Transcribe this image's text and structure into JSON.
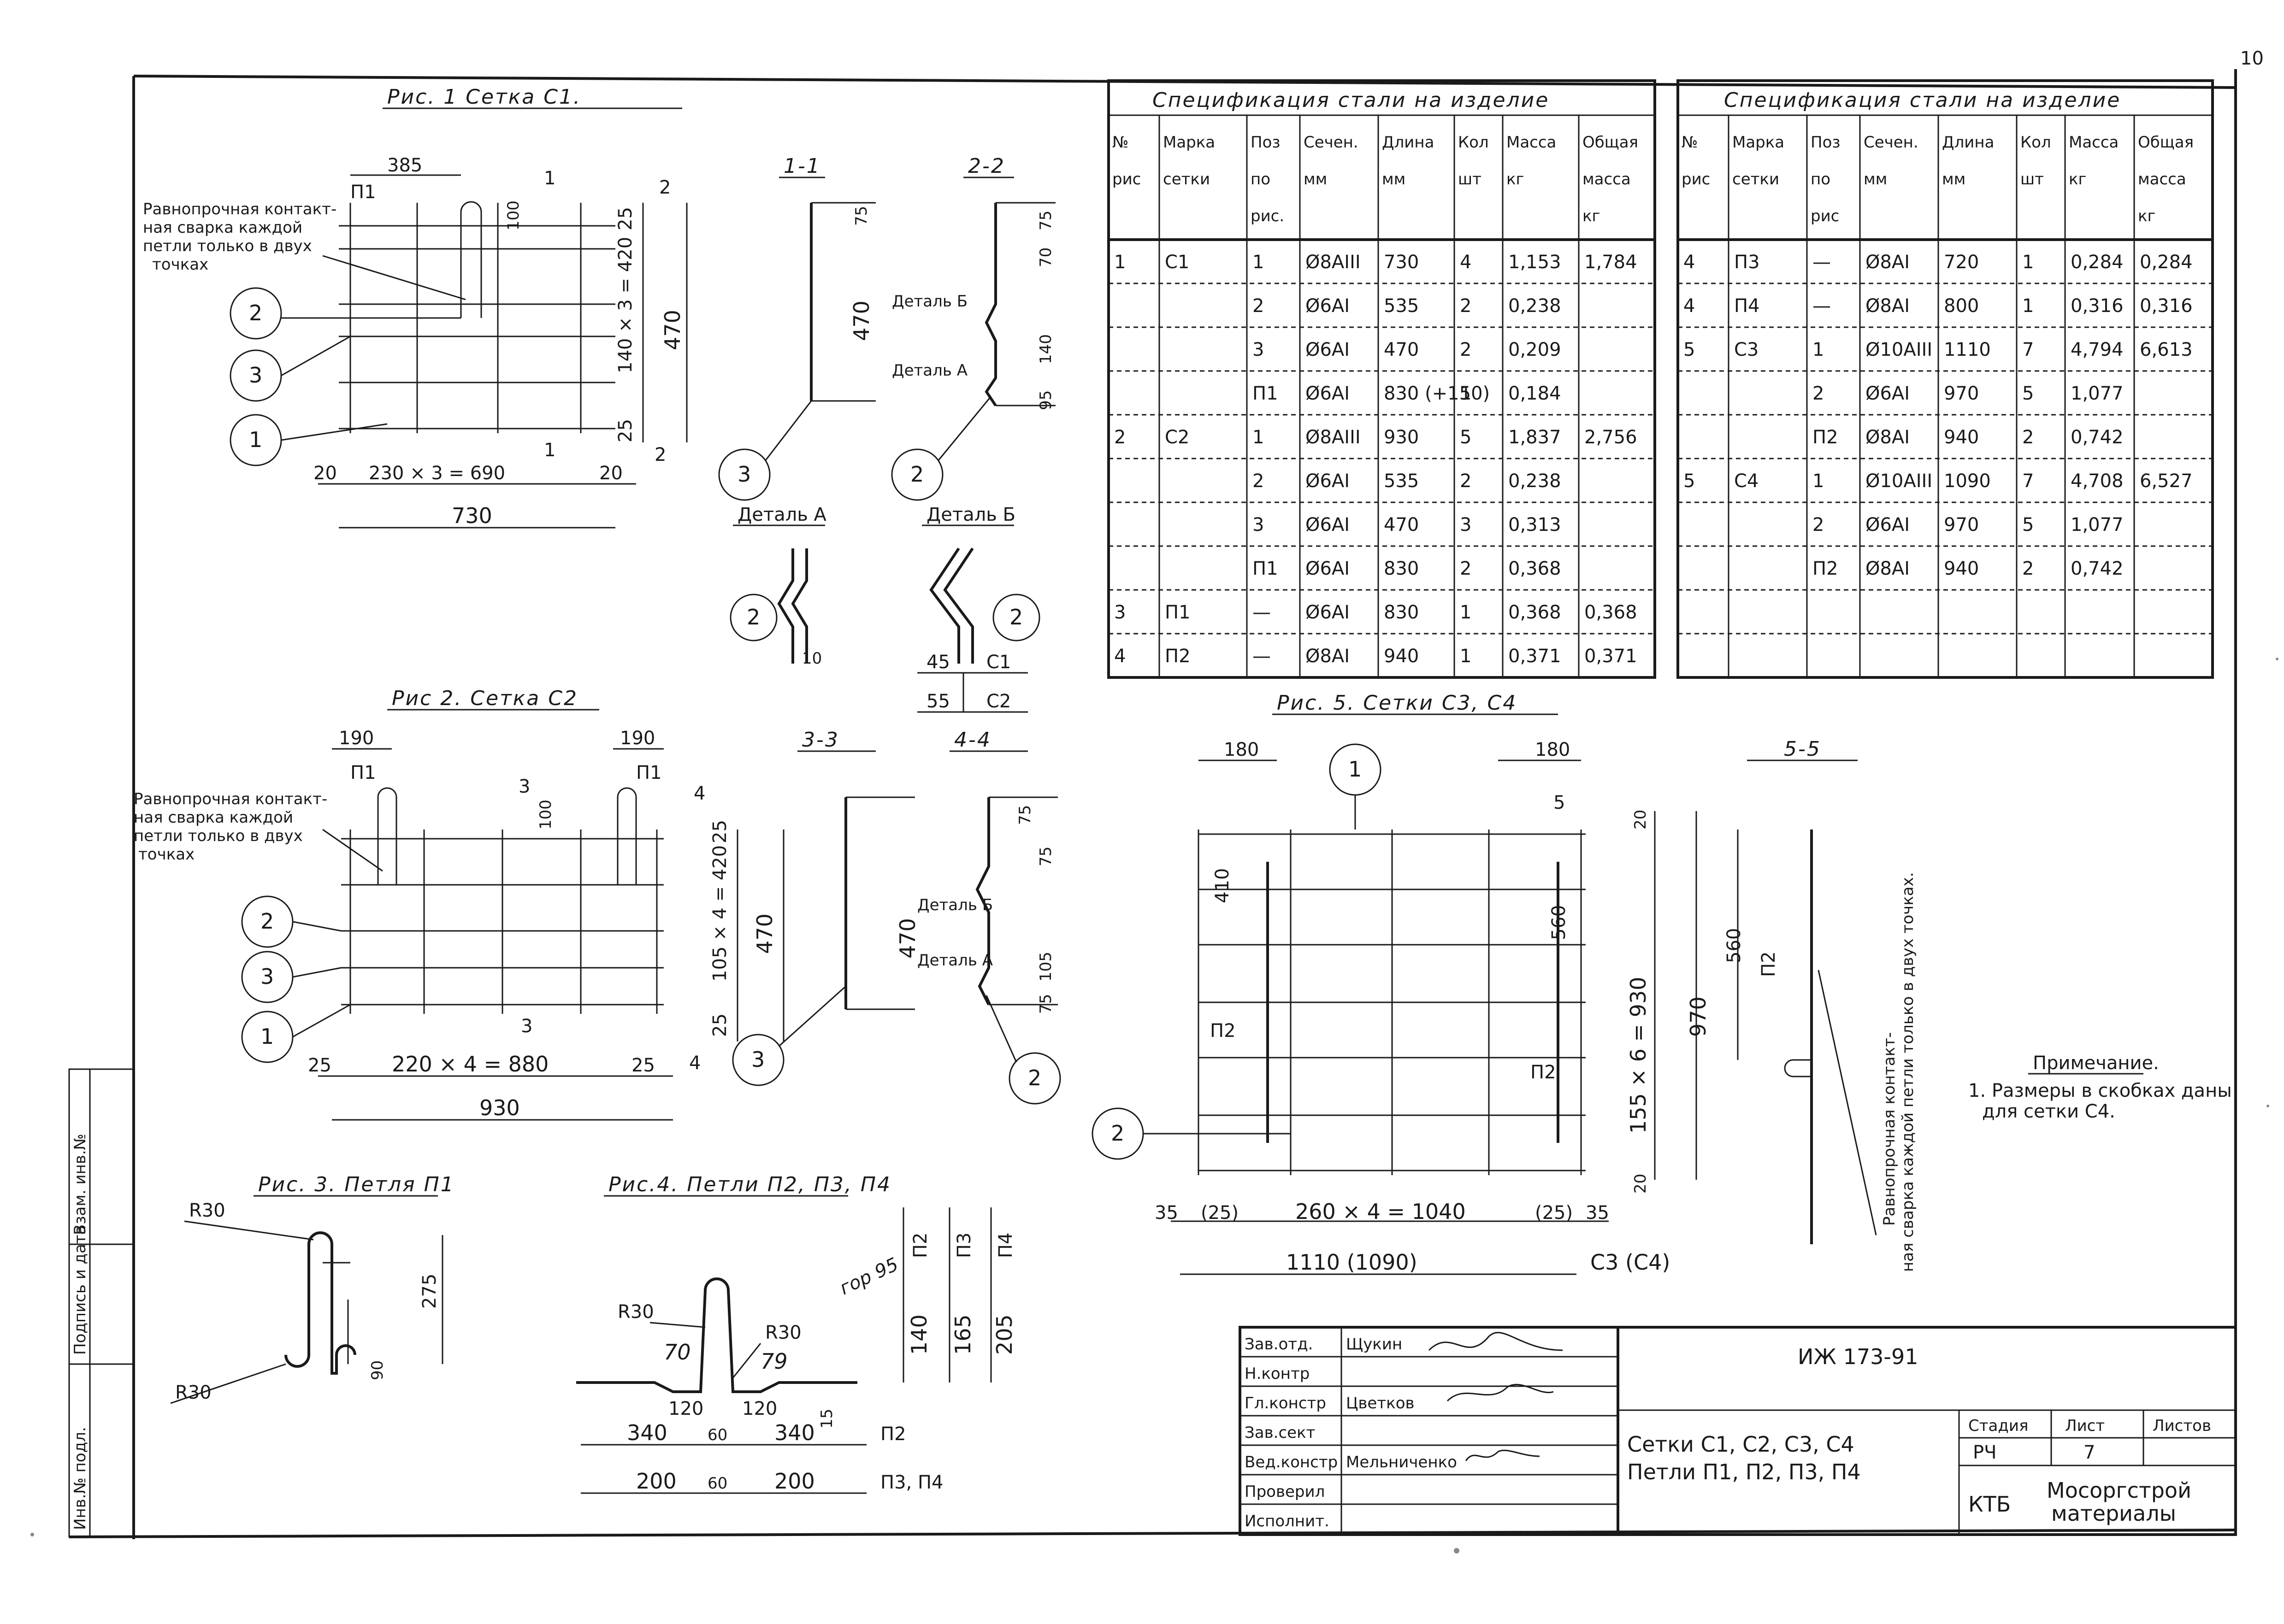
{
  "sheet_number_top": "10",
  "side_stamp": {
    "col1": "Инв.№ подл.",
    "col2": "Подпись и дата",
    "col3": "Взам. инв.№"
  },
  "fig1": {
    "title": "Рис. 1  Сетка С1.",
    "note": [
      "Равнопрочная контакт-",
      "ная сварка каждой",
      "петли только в двух",
      "точках"
    ],
    "dims": {
      "d385": "385",
      "d100": "100",
      "d25a": "25",
      "d470": "470",
      "d420": "140 × 3 = 420",
      "d25b": "25",
      "d20a": "20",
      "d690": "230 × 3 = 690",
      "d20b": "20",
      "d730": "730"
    },
    "loop": "П1",
    "callouts": [
      "2",
      "3",
      "1"
    ],
    "cuts": [
      "1",
      "2",
      "1",
      "2"
    ]
  },
  "sec11": {
    "title": "1-1",
    "dim": "470",
    "callout": "3"
  },
  "sec22": {
    "title": "2-2",
    "dims": [
      "75",
      "70",
      "140",
      "95"
    ],
    "labels": [
      "Деталь Б",
      "Деталь А"
    ],
    "callout": "2"
  },
  "detailA": {
    "title": "Деталь А",
    "callout": "2",
    "dim": "10"
  },
  "detailB": {
    "title": "Деталь Б",
    "callout": "2",
    "rows": [
      [
        "45",
        "С1"
      ],
      [
        "55",
        "С2"
      ]
    ]
  },
  "fig2": {
    "title": "Рис 2.  Сетка С2",
    "note": [
      "Равнопрочная контакт-",
      "ная сварка каждой",
      "петли только в двух",
      "точках"
    ],
    "dims": {
      "d190a": "190",
      "d190b": "190",
      "d100": "100",
      "d25a": "25",
      "d420": "105 × 4 = 420",
      "d470": "470",
      "d25b": "25",
      "d25c": "25",
      "d880": "220 × 4 = 880",
      "d25d": "25",
      "d930": "930"
    },
    "loops": [
      "П1",
      "П1"
    ],
    "callouts": [
      "2",
      "3",
      "1"
    ],
    "cuts": [
      "3",
      "4",
      "3",
      "4"
    ]
  },
  "sec33": {
    "title": "3-3",
    "dim": "470",
    "callout": "3"
  },
  "sec44": {
    "title": "4-4",
    "dims": [
      "75",
      "75",
      "105",
      "75"
    ],
    "labels": [
      "Деталь Б",
      "Деталь А"
    ],
    "callout": "2"
  },
  "fig3": {
    "title": "Рис. 3. Петля П1",
    "dims": [
      "R30",
      "275",
      "90",
      "R30"
    ]
  },
  "fig4": {
    "title": "Рис.4. Петли П2, П3, П4",
    "dims": [
      "R30",
      "R30",
      "120",
      "120",
      "15",
      "340",
      "60",
      "340",
      "200",
      "60",
      "200"
    ],
    "vdims": [
      "140",
      "165",
      "205"
    ],
    "vlabels": [
      "П2",
      "П3",
      "П4"
    ],
    "rlabels": [
      "П2",
      "П3, П4"
    ],
    "handwriting": [
      "70",
      "79",
      "гор 95"
    ]
  },
  "fig5": {
    "title": "Рис. 5.  Сетки С3, С4",
    "dims": {
      "d180a": "180",
      "d180b": "180",
      "d20a": "20",
      "d410": "410",
      "d560": "560",
      "d930": "155 × 6 = 930",
      "d970": "970",
      "d20b": "20",
      "d35a": "35",
      "d25a": "(25)",
      "d1040": "260 × 4 = 1040",
      "d25b": "(25)",
      "d35b": "35",
      "d1110": "1110 (1090)",
      "grid": "С3  (С4)"
    },
    "loops": [
      "П2",
      "П2"
    ],
    "callouts": [
      "1",
      "2"
    ],
    "cut": "5"
  },
  "sec55": {
    "title": "5-5",
    "dim": "560",
    "loop": "П2",
    "note": [
      "Равнопрочная контакт-",
      "ная сварка каждой петли только в двух точках."
    ]
  },
  "remark": {
    "title": "Примечание.",
    "lines": [
      "1. Размеры в скобках даны",
      "для сетки С4."
    ]
  },
  "spec_left": {
    "title": "Спецификация стали на изделие",
    "headers": [
      "№ рис",
      "Марка сетки",
      "Поз по рис.",
      "Сечен. мм",
      "Длина мм",
      "Кол шт",
      "Масса кг",
      "Общая масса кг"
    ],
    "rows": [
      [
        "1",
        "С1",
        "1",
        "Ø8АIII",
        "730",
        "4",
        "1,153",
        "1,784"
      ],
      [
        "",
        "",
        "2",
        "Ø6АI",
        "535",
        "2",
        "0,238",
        ""
      ],
      [
        "",
        "",
        "3",
        "Ø6АI",
        "470",
        "2",
        "0,209",
        ""
      ],
      [
        "",
        "",
        "П1",
        "Ø6АI",
        "830 (+150)",
        "1",
        "0,184",
        ""
      ],
      [
        "2",
        "С2",
        "1",
        "Ø8АIII",
        "930",
        "5",
        "1,837",
        "2,756"
      ],
      [
        "",
        "",
        "2",
        "Ø6АI",
        "535",
        "2",
        "0,238",
        ""
      ],
      [
        "",
        "",
        "3",
        "Ø6АI",
        "470",
        "3",
        "0,313",
        ""
      ],
      [
        "",
        "",
        "П1",
        "Ø6АI",
        "830",
        "2",
        "0,368",
        ""
      ],
      [
        "3",
        "П1",
        "—",
        "Ø6АI",
        "830",
        "1",
        "0,368",
        "0,368"
      ],
      [
        "4",
        "П2",
        "—",
        "Ø8АI",
        "940",
        "1",
        "0,371",
        "0,371"
      ]
    ]
  },
  "spec_right": {
    "title": "Спецификация стали на изделие",
    "headers": [
      "№ рис",
      "Марка сетки",
      "Поз по рис",
      "Сечен. мм",
      "Длина мм",
      "Кол шт",
      "Масса кг",
      "Общая масса кг"
    ],
    "rows": [
      [
        "4",
        "П3",
        "—",
        "Ø8АI",
        "720",
        "1",
        "0,284",
        "0,284"
      ],
      [
        "4",
        "П4",
        "—",
        "Ø8АI",
        "800",
        "1",
        "0,316",
        "0,316"
      ],
      [
        "5",
        "С3",
        "1",
        "Ø10АIII",
        "1110",
        "7",
        "4,794",
        "6,613"
      ],
      [
        "",
        "",
        "2",
        "Ø6АI",
        "970",
        "5",
        "1,077",
        ""
      ],
      [
        "",
        "",
        "П2",
        "Ø8АI",
        "940",
        "2",
        "0,742",
        ""
      ],
      [
        "5",
        "С4",
        "1",
        "Ø10АIII",
        "1090",
        "7",
        "4,708",
        "6,527"
      ],
      [
        "",
        "",
        "2",
        "Ø6АI",
        "970",
        "5",
        "1,077",
        ""
      ],
      [
        "",
        "",
        "П2",
        "Ø8АI",
        "940",
        "2",
        "0,742",
        ""
      ],
      [
        "",
        "",
        "",
        "",
        "",
        "",
        "",
        ""
      ],
      [
        "",
        "",
        "",
        "",
        "",
        "",
        "",
        ""
      ]
    ]
  },
  "titleblock": {
    "roles": [
      "Зав.отд.",
      "Н.контр",
      "Гл.констр",
      "Зав.сект",
      "Вед.констр",
      "Проверил",
      "Исполнит."
    ],
    "names": [
      "Щукин",
      "",
      "Цветков",
      "",
      "Мельниченко",
      "",
      ""
    ],
    "code": "ИЖ 173-91",
    "name_line1": "Сетки С1, С2, С3, С4",
    "name_line2": "Петли П1, П2, П3, П4",
    "stage_label": "Стадия",
    "sheet_label": "Лист",
    "sheets_label": "Листов",
    "stage": "РЧ",
    "sheet": "7",
    "sheets": "",
    "org1": "КТБ",
    "org2": "Мосоргстрой",
    "org3": "материалы"
  }
}
